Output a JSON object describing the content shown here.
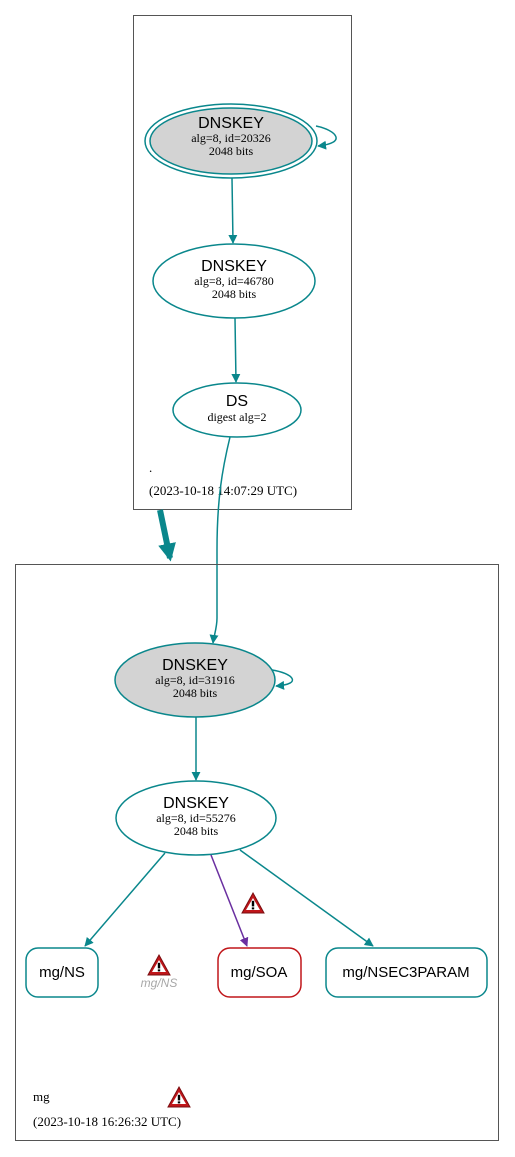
{
  "colors": {
    "teal": "#0a878c",
    "purple": "#6a2fa0",
    "error_red": "#c0161a",
    "key_fill_gray": "#d3d3d3",
    "zone_border": "#555555"
  },
  "zones": {
    "root": {
      "name": ".",
      "timestamp": "(2023-10-18 14:07:29 UTC)"
    },
    "mg": {
      "name": "mg",
      "timestamp": "(2023-10-18 16:26:32 UTC)"
    }
  },
  "nodes": {
    "root_ksk": {
      "type": "DNSKEY",
      "line1": "alg=8, id=20326",
      "line2": "2048 bits"
    },
    "root_zsk": {
      "type": "DNSKEY",
      "line1": "alg=8, id=46780",
      "line2": "2048 bits"
    },
    "root_ds": {
      "type": "DS",
      "line1": "digest alg=2"
    },
    "mg_ksk": {
      "type": "DNSKEY",
      "line1": "alg=8, id=31916",
      "line2": "2048 bits"
    },
    "mg_zsk": {
      "type": "DNSKEY",
      "line1": "alg=8, id=55276",
      "line2": "2048 bits"
    },
    "mg_ns": {
      "label": "mg/NS"
    },
    "mg_ns_ghost": {
      "label": "mg/NS"
    },
    "mg_soa": {
      "label": "mg/SOA"
    },
    "mg_nsec3param": {
      "label": "mg/NSEC3PARAM"
    }
  },
  "icons": [
    "warning-icon"
  ]
}
